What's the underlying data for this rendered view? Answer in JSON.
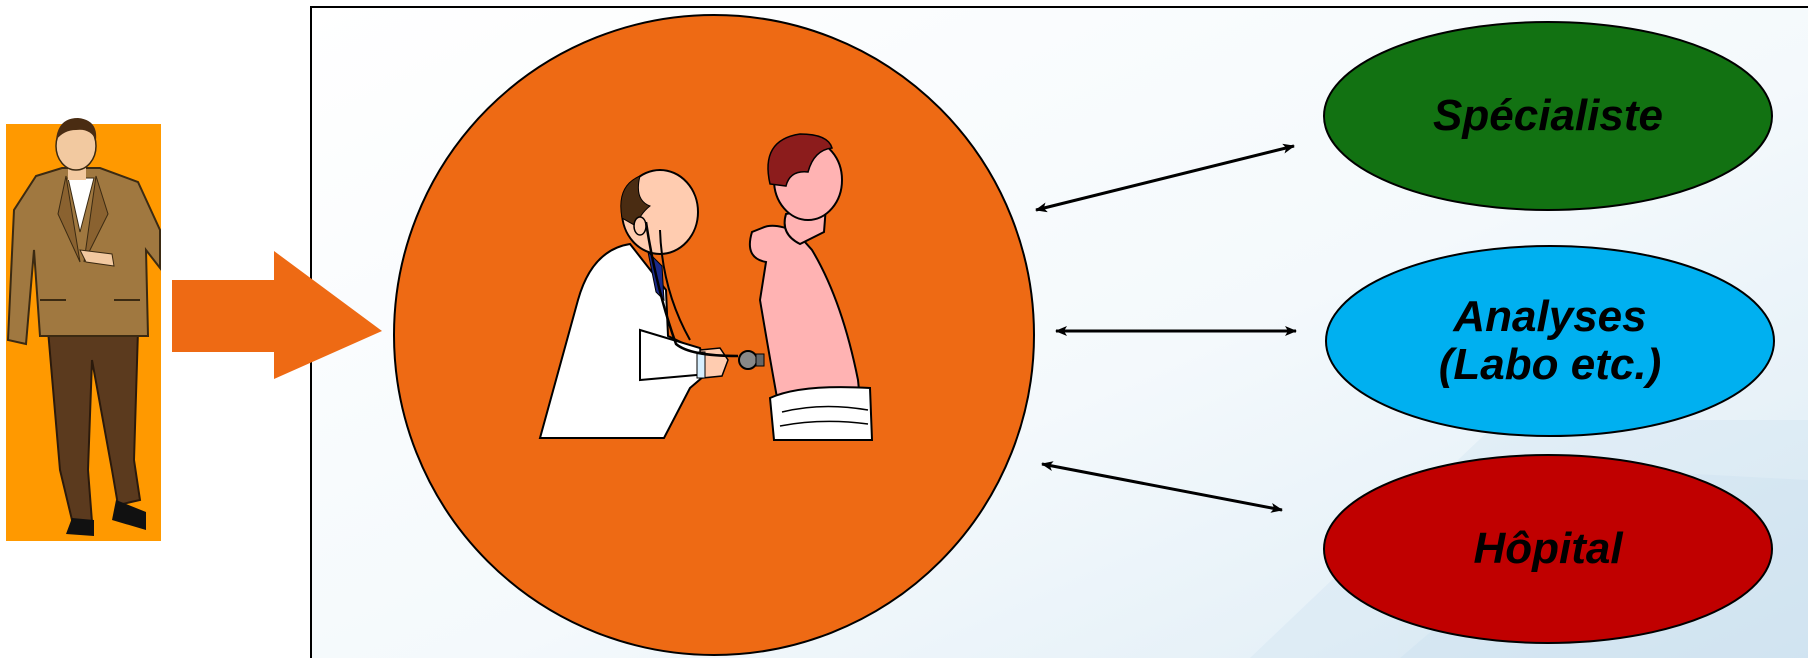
{
  "nodes": {
    "specialist": {
      "label": "Spécialiste",
      "color": "#127212"
    },
    "analyses": {
      "line1": "Analyses",
      "line2": "(Labo etc.)",
      "color": "#00b0f0"
    },
    "hospital": {
      "label": "Hôpital",
      "color": "#c00000"
    },
    "doctor_circle": {
      "color": "#ee6a14"
    }
  },
  "colors": {
    "patient_background": "#ff9900",
    "entry_arrow": "#ee6a14",
    "frame_border": "#000000",
    "connector": "#000000"
  },
  "icons": {
    "patient": "walking-man-icon",
    "consultation": "doctor-stethoscope-patient-icon"
  }
}
